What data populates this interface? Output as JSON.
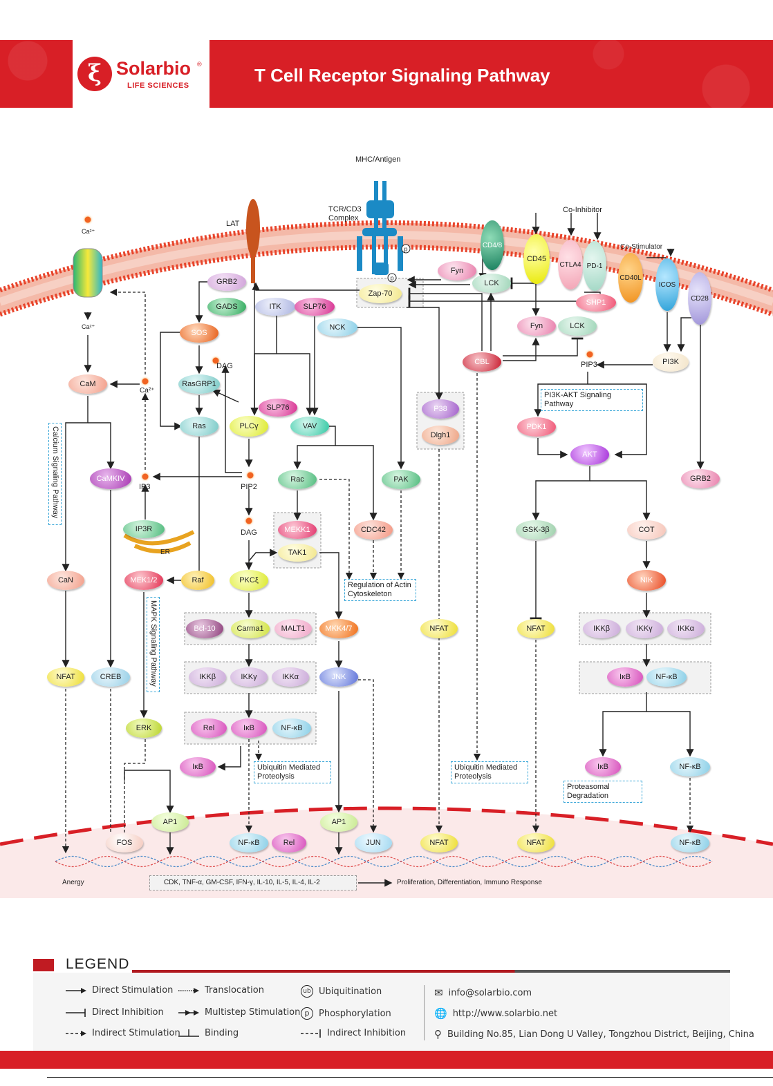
{
  "header": {
    "brand": "Solarbio",
    "brand_mark": "ξ",
    "reg": "®",
    "tagline": "LIFE SCIENCES",
    "title": "T Cell Receptor Signaling Pathway"
  },
  "colors": {
    "brand_red": "#d81f26",
    "box_blue": "#3aa7d8"
  },
  "nodes": {
    "ca_top": "Ca²⁺",
    "ca_mid": "Ca²⁺",
    "ca_er": "Ca²⁺",
    "cam": "CaM",
    "camkiv": "CaMKIV",
    "can": "CaN",
    "nfat1": "NFAT",
    "creb": "CREB",
    "grb2a": "GRB2",
    "gads": "GADS",
    "itk": "ITK",
    "slp76a": "SLP76",
    "nck": "NCK",
    "sos": "SOS",
    "rasgrp1": "RasGRP1",
    "ras": "Ras",
    "dag1": "DAG",
    "plcg": "PLCγ",
    "slp76b": "SLP76",
    "vav": "VAV",
    "ip3": "IP3",
    "pip2": "PIP2",
    "ip3r": "IP3R",
    "er": "ER",
    "dag2": "DAG",
    "mek12": "MEK1/2",
    "raf": "Raf",
    "erk": "ERK",
    "pkc": "PKCξ",
    "rac": "Rac",
    "pak": "PAK",
    "mekk1": "MEKK1",
    "tak1": "TAK1",
    "cdc42": "CDC42",
    "bcl10": "Bcl-10",
    "carma1": "Carma1",
    "malt1": "MALT1",
    "mkk47": "MKK4/7",
    "ikkb1": "IKKβ",
    "ikkg1": "IKKγ",
    "ikka1": "IKKα",
    "jnk": "JNK",
    "rel1": "Rel",
    "ikb1": "IκB",
    "nfkb1": "NF-κB",
    "ikb2": "IκB",
    "ap1a": "AP1",
    "fos": "FOS",
    "nfkb2": "NF-κB",
    "rel2": "Rel",
    "ap1b": "AP1",
    "jun": "JUN",
    "nfat2": "NFAT",
    "nfat3": "NFAT",
    "nfkb5": "NF-κB",
    "zap70": "Zap-70",
    "fyn1": "Fyn",
    "lck1": "LCK",
    "cd48": "CD4/8",
    "cd45": "CD45",
    "ctla4": "CTLA4",
    "pd1": "PD-1",
    "cd40l": "CD40L",
    "icos": "ICOS",
    "cd28": "CD28",
    "shp1": "SHP1",
    "fyn2": "Fyn",
    "lck2": "LCK",
    "cbl": "CBL",
    "pi3k": "PI3K",
    "pip3": "PIP3",
    "p38": "P38",
    "dlgh1": "Dlgh1",
    "nfat4": "NFAT",
    "pdk1": "PDK1",
    "akt": "AKT",
    "grb2b": "GRB2",
    "gsk3b": "GSK-3β",
    "cot": "COT",
    "nik": "NIK",
    "nfat5": "NFAT",
    "ikkb2": "IKKβ",
    "ikkg2": "IKKγ",
    "ikka2": "IKKα",
    "ikb3": "IκB",
    "nfkb3": "NF-κB",
    "ikb4": "IκB",
    "nfkb4": "NF-κB"
  },
  "labels": {
    "mhc": "MHC/Antigen",
    "tcr": "TCR/CD3",
    "complex": "Complex",
    "lat": "LAT",
    "coinh": "Co-Inhibitor",
    "costim": "Co-Stimulator",
    "anergy": "Anergy",
    "genes": "CDK, TNF-α, GM-CSF, IFN-γ, IL-10, IL-5, IL-4, IL-2",
    "outcome": "Proliferation, Differentiation, Immuno Response",
    "p": "p"
  },
  "boxes": {
    "calcium": "Calcium Signaling Pathway",
    "mapk": "MAPK Signaling Pathway",
    "pi3kakt": "PI3K-AKT Signaling Pathway",
    "actin1": "Regulation of Actin",
    "actin2": "Cytoskeleton",
    "ubq1a": "Ubiquitin Mediated",
    "ubq1b": "Proteolysis",
    "ubq2a": "Ubiquitin Mediated",
    "ubq2b": "Proteolysis",
    "prot1": "Proteasomal",
    "prot2": "Degradation"
  },
  "legend": {
    "title": "LEGEND",
    "items": [
      "Direct Stimulation",
      "Translocation",
      "Ubiquitination",
      "Direct Inhibition",
      "Multistep Stimulation",
      "Phosphorylation",
      "Indirect Stimulation",
      "Binding",
      "Indirect Inhibition"
    ],
    "ub": "ub",
    "p": "p",
    "email": "info@solarbio.com",
    "web": "http://www.solarbio.net",
    "address": "Building No.85, Lian Dong U Valley, Tongzhou District, Beijing, China"
  }
}
